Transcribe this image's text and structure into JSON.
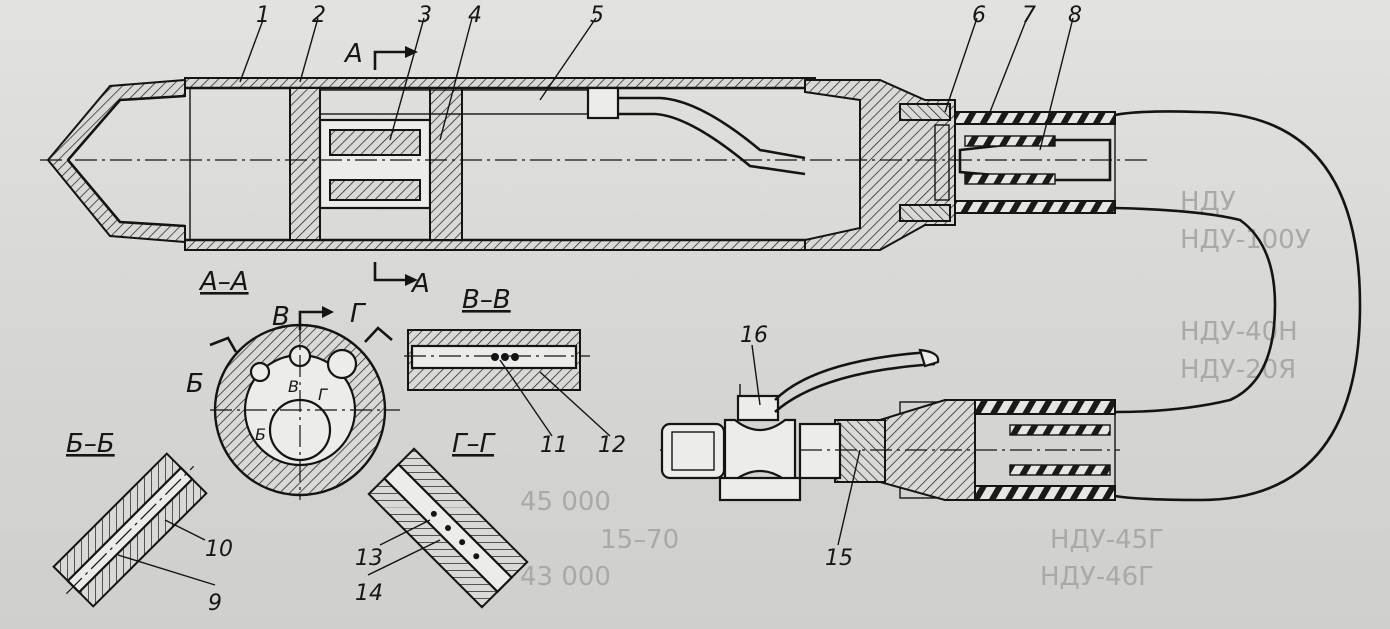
{
  "callouts": [
    "1",
    "2",
    "3",
    "4",
    "5",
    "6",
    "7",
    "8",
    "9",
    "10",
    "11",
    "12",
    "13",
    "14",
    "15",
    "16"
  ],
  "section_labels": {
    "aa": "А–А",
    "bb_cyr": "В–В",
    "b6": "Б–Б",
    "gg": "Г–Г"
  },
  "cut_markers": {
    "a_top": "А",
    "a_bottom": "А",
    "b": "Б",
    "v": "В",
    "g": "Г",
    "b_small": "Б",
    "v_small": "В",
    "g_small": "Г"
  },
  "background_text": [
    "НДУ",
    "НДУ-100У",
    "НДУ-40Н",
    "НДУ-20Я",
    "НДУ-45Г",
    "НДУ-46Г",
    "45 000",
    "15–70",
    "43 000"
  ]
}
